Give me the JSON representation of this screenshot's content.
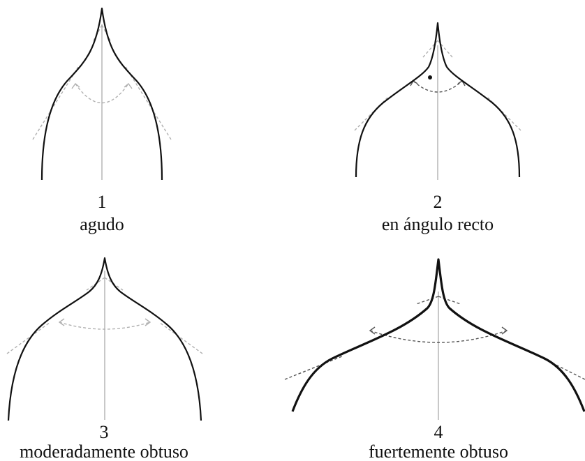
{
  "panels": [
    {
      "number": "1",
      "label": "agudo"
    },
    {
      "number": "2",
      "label": "en ángulo recto"
    },
    {
      "number": "3",
      "label": "moderadamente obtuso"
    },
    {
      "number": "4",
      "label": "fuertemente obtuso"
    }
  ]
}
